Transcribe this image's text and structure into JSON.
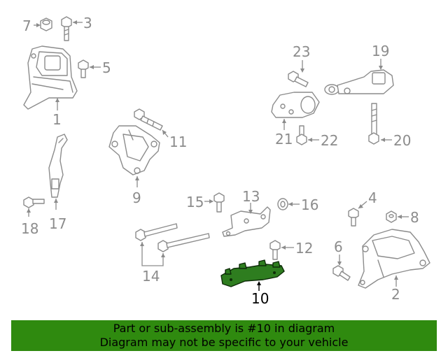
{
  "callouts": {
    "c1": "1",
    "c2": "2",
    "c3": "3",
    "c4": "4",
    "c5": "5",
    "c6": "6",
    "c7": "7",
    "c8": "8",
    "c9": "9",
    "c10": "10",
    "c11": "11",
    "c12": "12",
    "c13": "13",
    "c14": "14",
    "c15": "15",
    "c16": "16",
    "c17": "17",
    "c18": "18",
    "c19": "19",
    "c20": "20",
    "c21": "21",
    "c22": "22",
    "c23": "23"
  },
  "highlight": {
    "part": "10",
    "color": "#2e7d1f",
    "banner_color": "#2f8a0f"
  },
  "banner": {
    "line1": "Part or sub-assembly is #10 in diagram",
    "line2": "Diagram may not be specific to your vehicle"
  }
}
